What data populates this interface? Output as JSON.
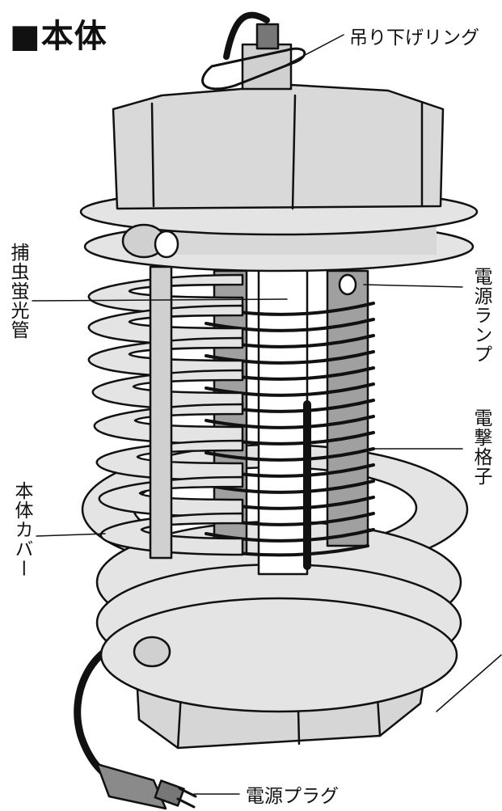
{
  "title": "■本体",
  "labels": {
    "hanging_ring": "吊り下げリング",
    "insect_lamp": "捕虫蛍光管",
    "power_lamp": "電源ランプ",
    "grid": "電撃格子",
    "body_cover": "本体カバー",
    "power_plug": "電源プラグ"
  },
  "colors": {
    "line": "#111111",
    "body_fill": "#d9d9d9",
    "plate_fill": "#e4e4e4",
    "dark_fill": "#8a8a8a",
    "white": "#ffffff"
  }
}
